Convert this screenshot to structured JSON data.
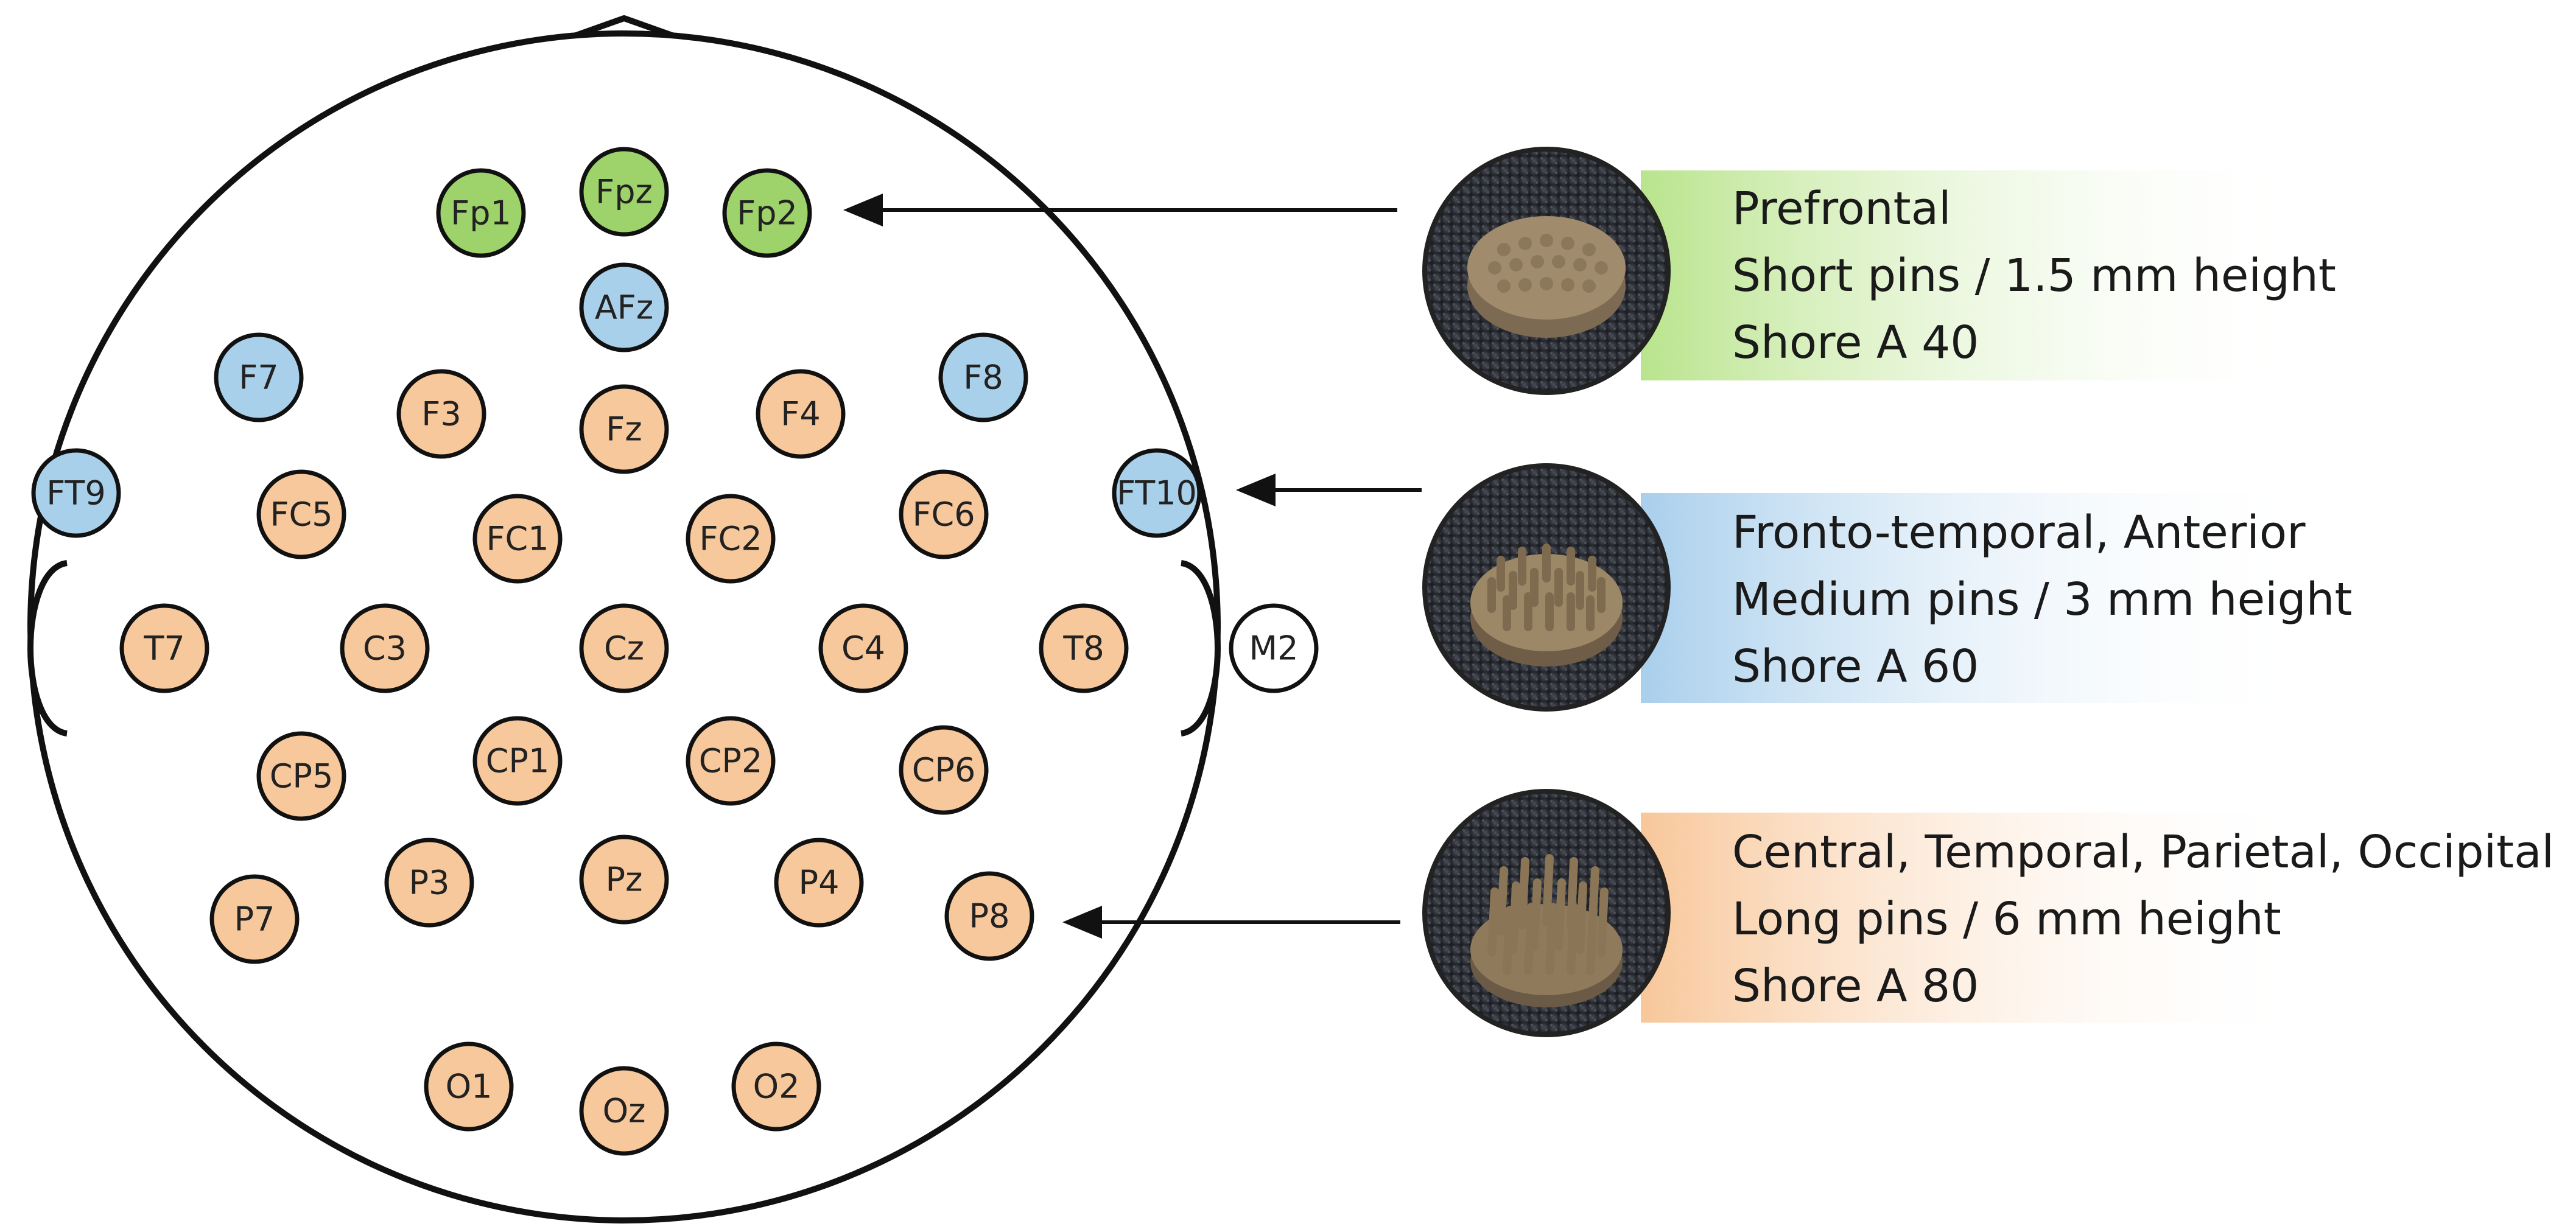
{
  "colors": {
    "prefrontal": "#9dd36a",
    "anterior": "#a9d0ea",
    "posterior": "#f7c89b",
    "reference": "#ffffff",
    "outline": "#111111",
    "band_prefrontal": "#d8f0b8",
    "band_anterior": "#c6e0f2",
    "band_posterior": "#fbd9bd"
  },
  "electrodes": [
    {
      "id": "Fp1",
      "group": "prefrontal"
    },
    {
      "id": "Fpz",
      "group": "prefrontal"
    },
    {
      "id": "Fp2",
      "group": "prefrontal"
    },
    {
      "id": "AFz",
      "group": "anterior"
    },
    {
      "id": "F7",
      "group": "anterior"
    },
    {
      "id": "F8",
      "group": "anterior"
    },
    {
      "id": "FT9",
      "group": "anterior"
    },
    {
      "id": "FT10",
      "group": "anterior"
    },
    {
      "id": "F3",
      "group": "posterior"
    },
    {
      "id": "Fz",
      "group": "posterior"
    },
    {
      "id": "F4",
      "group": "posterior"
    },
    {
      "id": "FC5",
      "group": "posterior"
    },
    {
      "id": "FC1",
      "group": "posterior"
    },
    {
      "id": "FC2",
      "group": "posterior"
    },
    {
      "id": "FC6",
      "group": "posterior"
    },
    {
      "id": "T7",
      "group": "posterior"
    },
    {
      "id": "C3",
      "group": "posterior"
    },
    {
      "id": "Cz",
      "group": "posterior"
    },
    {
      "id": "C4",
      "group": "posterior"
    },
    {
      "id": "T8",
      "group": "posterior"
    },
    {
      "id": "CP5",
      "group": "posterior"
    },
    {
      "id": "CP1",
      "group": "posterior"
    },
    {
      "id": "CP2",
      "group": "posterior"
    },
    {
      "id": "CP6",
      "group": "posterior"
    },
    {
      "id": "P7",
      "group": "posterior"
    },
    {
      "id": "P3",
      "group": "posterior"
    },
    {
      "id": "Pz",
      "group": "posterior"
    },
    {
      "id": "P4",
      "group": "posterior"
    },
    {
      "id": "P8",
      "group": "posterior"
    },
    {
      "id": "O1",
      "group": "posterior"
    },
    {
      "id": "Oz",
      "group": "posterior"
    },
    {
      "id": "O2",
      "group": "posterior"
    },
    {
      "id": "M2",
      "group": "reference"
    }
  ],
  "electrode_types": [
    {
      "region": "Prefrontal",
      "pins": "Short pins / 1.5 mm height",
      "hardness": "Shore A 40",
      "group": "prefrontal",
      "pin_height_mm": 1.5
    },
    {
      "region": "Fronto-temporal, Anterior",
      "pins": "Medium pins / 3 mm height",
      "hardness": "Shore A 60",
      "group": "anterior",
      "pin_height_mm": 3
    },
    {
      "region": "Central, Temporal, Parietal, Occipital",
      "pins": "Long pins / 6 mm height",
      "hardness": "Shore A 80",
      "group": "posterior",
      "pin_height_mm": 6
    }
  ]
}
